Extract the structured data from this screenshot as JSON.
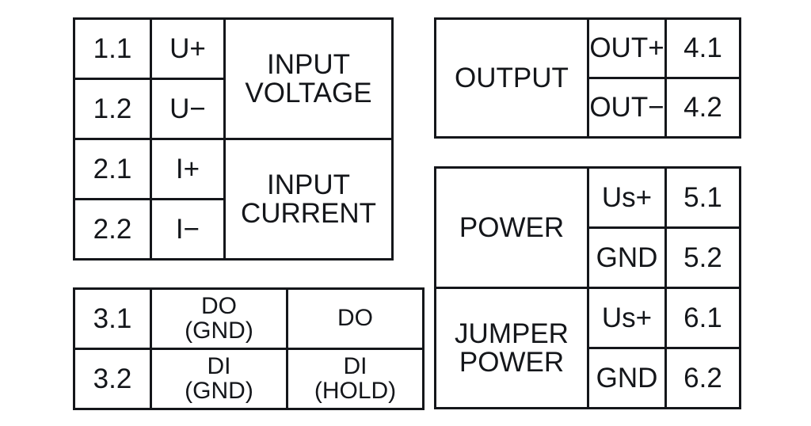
{
  "diagram": {
    "title": "terminal-assignment-table",
    "tables": [
      {
        "id": "input",
        "rows": [
          {
            "pin": "1.1",
            "signal": "U+",
            "group": "INPUT",
            "group2": "VOLTAGE"
          },
          {
            "pin": "1.2",
            "signal": "U−"
          },
          {
            "pin": "2.1",
            "signal": "I+",
            "group": "INPUT",
            "group2": "CURRENT"
          },
          {
            "pin": "2.2",
            "signal": "I−"
          }
        ]
      },
      {
        "id": "dio",
        "rows": [
          {
            "pin": "3.1",
            "label_main": "DO",
            "label_sub": "(GND)",
            "function_main": "DO",
            "function_sub": ""
          },
          {
            "pin": "3.2",
            "label_main": "DI",
            "label_sub": "(GND)",
            "function_main": "DI",
            "function_sub": "(HOLD)"
          }
        ]
      },
      {
        "id": "output",
        "group": "OUTPUT",
        "rows": [
          {
            "signal": "OUT+",
            "pin": "4.1"
          },
          {
            "signal": "OUT−",
            "pin": "4.2"
          }
        ]
      },
      {
        "id": "power",
        "groups": [
          {
            "name": "POWER",
            "rows": [
              {
                "signal": "Us+",
                "pin": "5.1"
              },
              {
                "signal": "GND",
                "pin": "5.2"
              }
            ]
          },
          {
            "name_line1": "JUMPER",
            "name_line2": "POWER",
            "rows": [
              {
                "signal": "Us+",
                "pin": "6.1"
              },
              {
                "signal": "GND",
                "pin": "6.2"
              }
            ]
          }
        ]
      }
    ],
    "colors": {
      "line": "#14161a",
      "text": "#14161a",
      "background": "#ffffff"
    }
  }
}
